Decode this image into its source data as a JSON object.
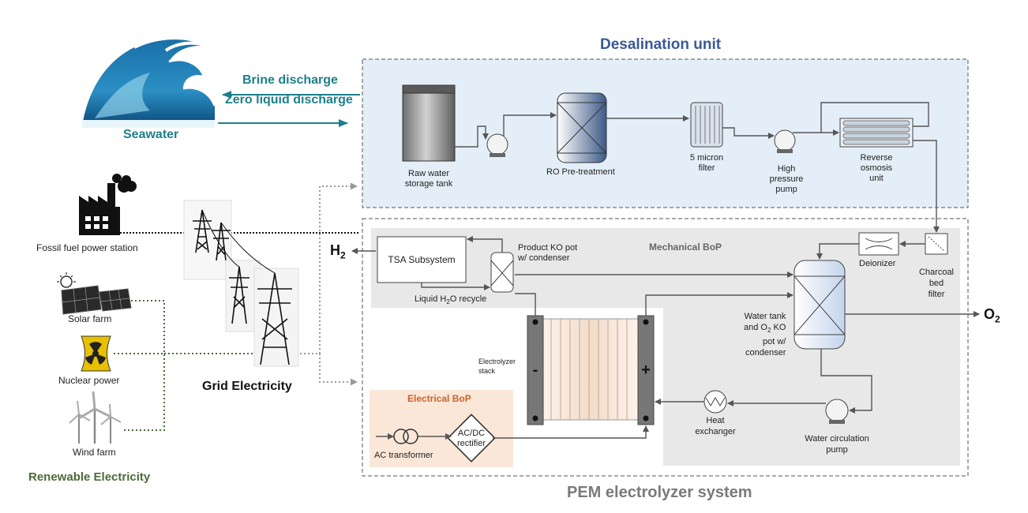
{
  "titles": {
    "desalination": "Desalination unit",
    "pem": "PEM electrolyzer system",
    "mechanical_bop": "Mechanical BoP",
    "electrical_bop": "Electrical BoP"
  },
  "seawater": {
    "label": "Seawater",
    "brine_line1": "Brine discharge",
    "brine_line2": "Zero liquid discharge"
  },
  "sources": {
    "fossil": "Fossil fuel power station",
    "solar": "Solar farm",
    "nuclear": "Nuclear power",
    "wind": "Wind farm",
    "grid": "Grid Electricity",
    "renewable": "Renewable Electricity"
  },
  "desal": {
    "raw_tank_line1": "Raw water",
    "raw_tank_line2": "storage tank",
    "ro_pre": "RO Pre-treatment",
    "filter_line1": "5 micron",
    "filter_line2": "filter",
    "hp_line1": "High",
    "hp_line2": "pressure",
    "hp_line3": "pump",
    "ro_line1": "Reverse",
    "ro_line2": "osmosis",
    "ro_line3": "unit"
  },
  "pem": {
    "h2_main": "H",
    "h2_sub": "2",
    "o2_main": "O",
    "o2_sub": "2",
    "tsa": "TSA Subsystem",
    "ko_line1": "Product KO pot",
    "ko_line2": "w/ condenser",
    "recycle_pre": "Liquid H",
    "recycle_sub": "2",
    "recycle_post": "O recycle",
    "deionizer": "Deionizer",
    "charcoal_line1": "Charcoal",
    "charcoal_line2": "bed",
    "charcoal_line3": "filter",
    "wt_line1": "Water tank",
    "wt_line2_pre": "and O",
    "wt_line2_sub": "2",
    "wt_line2_post": " KO",
    "wt_line3": "pot w/",
    "wt_line4": "condenser",
    "stack_line1": "Electrolyzer",
    "stack_line2": "stack",
    "minus": "-",
    "plus": "+",
    "hx_line1": "Heat",
    "hx_line2": "exchanger",
    "wcp_line1": "Water circulation",
    "wcp_line2": "pump",
    "ac_transformer": "AC transformer",
    "rect_line1": "AC/DC",
    "rect_line2": "rectifier"
  },
  "colors": {
    "title_blue": "#3a5a96",
    "teal": "#1e7f8a",
    "green": "#4a6b35",
    "orange": "#c8632a",
    "grey_title": "#7a7a7a",
    "desal_fill": "#e4eef8",
    "bop_fill": "#e6e6e6",
    "elec_fill": "#fbe7d8"
  }
}
